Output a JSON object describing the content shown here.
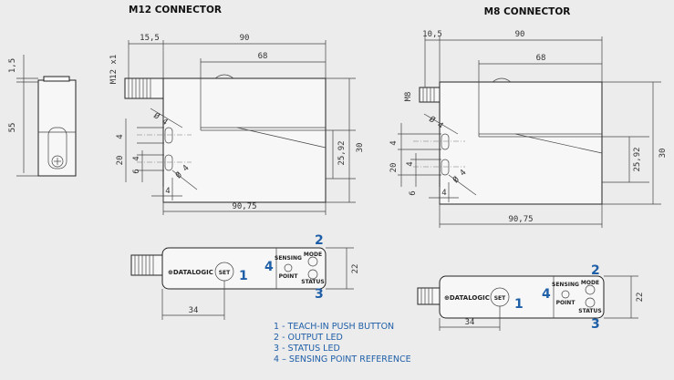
{
  "titles": {
    "m12": "M12 CONNECTOR",
    "m8": "M8 CONNECTOR"
  },
  "m12_dims": {
    "top_offset": "15,5",
    "overall_len": "90",
    "slot_len": "68",
    "thread": "M12 x1",
    "hole_dia_top": "Ø 4",
    "hole_dia_bottom": "Ø 4",
    "left_4": "4",
    "left_20": "20",
    "left_4b": "4",
    "left_6": "6",
    "bottom_4": "4",
    "right_2592": "25,92",
    "right_30": "30",
    "total_len": "90,75",
    "side_15": "1,5",
    "side_55": "55",
    "front_22": "22",
    "front_34": "34"
  },
  "m8_dims": {
    "top_offset": "10,5",
    "overall_len": "90",
    "slot_len": "68",
    "thread": "M8",
    "hole_dia_top": "Ø 4",
    "hole_dia_bottom": "Ø 4",
    "left_4": "4",
    "left_20": "20",
    "left_4b": "4",
    "left_6": "6",
    "bottom_4": "4",
    "right_2592": "25,92",
    "right_30": "30",
    "total_len": "90,75",
    "front_22": "22",
    "front_34": "34"
  },
  "device": {
    "brand": "⊕DATALOGIC",
    "set": "SET",
    "sensing": "SENSING",
    "point": "POINT",
    "mode": "MODE",
    "status": "STATUS"
  },
  "callouts": {
    "c1": "1",
    "c2": "2",
    "c3": "3",
    "c4": "4"
  },
  "legend": [
    "1 - TEACH-IN PUSH BUTTON",
    "2 - OUTPUT LED",
    "3 - STATUS LED",
    "4 – SENSING POINT REFERENCE"
  ],
  "colors": {
    "callout": "#1f5fa8",
    "line": "#222222",
    "background": "#ececec"
  }
}
